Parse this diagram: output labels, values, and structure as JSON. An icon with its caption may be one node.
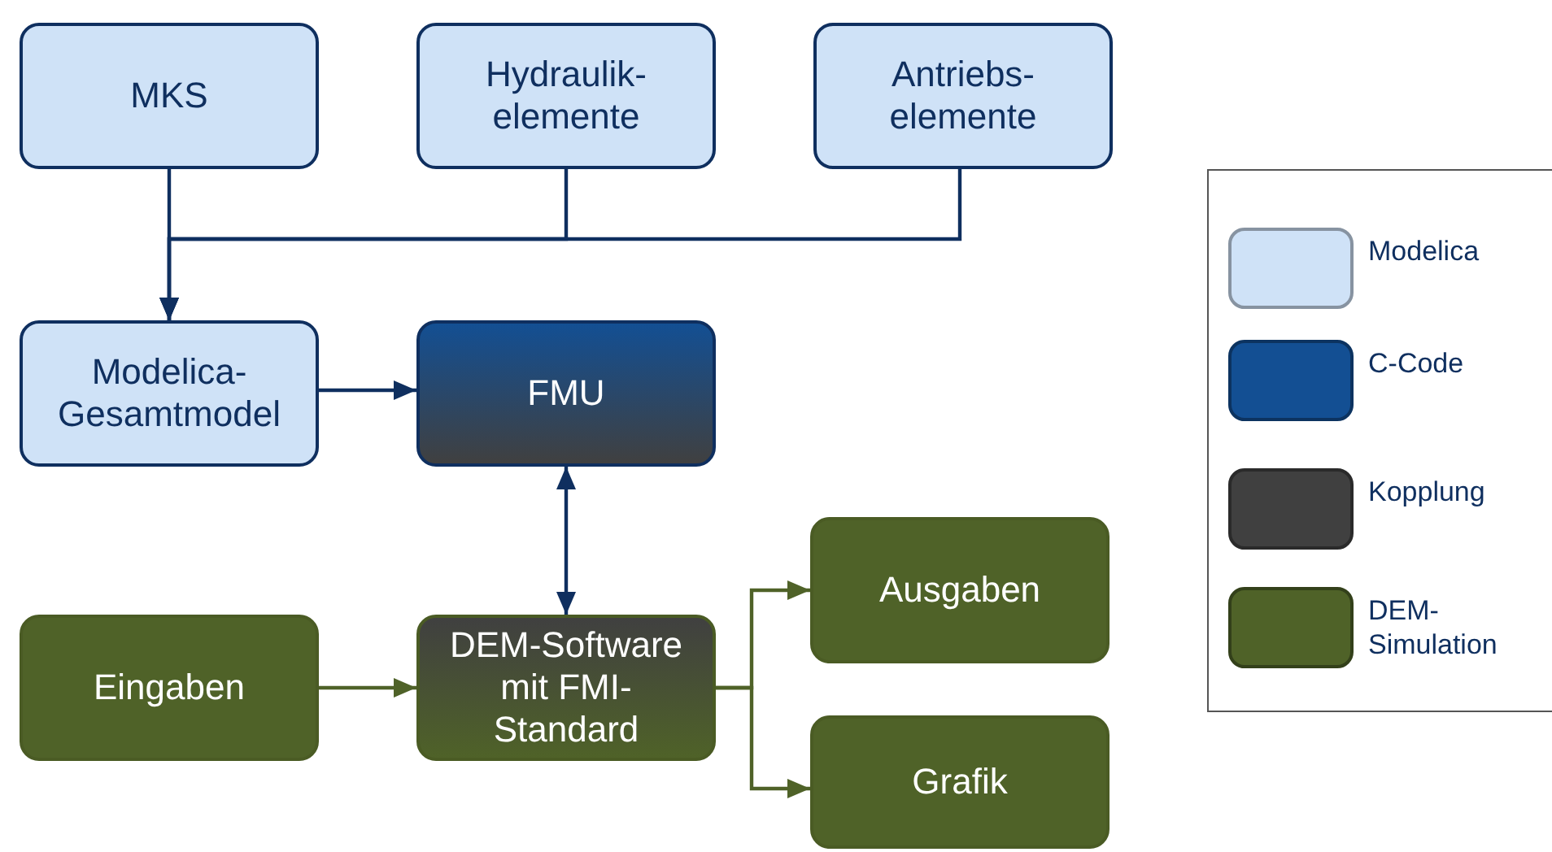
{
  "diagram": {
    "nodes": [
      {
        "text": [
          "MKS"
        ]
      },
      {
        "text": [
          "Hydraulik-elemente"
        ]
      },
      {
        "text": [
          "Antriebs-elemente"
        ]
      },
      {
        "text": [
          "Modelica-Gesamtmodel"
        ]
      },
      {
        "text": [
          "FMU"
        ]
      },
      {
        "text": [
          "Eingaben"
        ]
      },
      {
        "text": [
          "DEM-Software mit FMI-Standard"
        ]
      },
      {
        "text": [
          "Ausgaben"
        ]
      },
      {
        "text": [
          "Grafik"
        ]
      }
    ],
    "edges": [
      {
        "from": 0,
        "to": 3,
        "arrow": "to"
      },
      {
        "from": 1,
        "to": 3,
        "arrow": "to"
      },
      {
        "from": 2,
        "to": 3,
        "arrow": "to"
      },
      {
        "from": 3,
        "to": 4,
        "arrow": "to"
      },
      {
        "from": 4,
        "to": 6,
        "arrow": "both"
      },
      {
        "from": 5,
        "to": 6,
        "arrow": "to",
        "color": "#4f6228"
      },
      {
        "from": 6,
        "to": 7,
        "arrow": "to",
        "color": "#4f6228"
      },
      {
        "from": 6,
        "to": 8,
        "arrow": "to",
        "color": "#4f6228"
      }
    ],
    "legend": [
      {
        "text": "Modelica",
        "color": "#cfe2f7"
      },
      {
        "text": "C-Code",
        "color": "#134f93"
      },
      {
        "text": "Kopplung",
        "color": "#404040"
      },
      {
        "text": "DEM-Simulation",
        "color": "#4f6228"
      }
    ]
  }
}
